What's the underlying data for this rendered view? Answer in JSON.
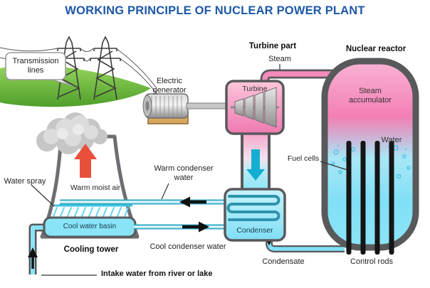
{
  "title": "WORKING PRINCIPLE OF NUCLEAR POWER PLANT",
  "labels": {
    "transmission_lines": "Transmission\nlines",
    "electric_generator": "Electric\ngenerator",
    "turbine_part": "Turbine part",
    "steam": "Steam",
    "turbine": "Turbine",
    "nuclear_reactor": "Nuclear reactor",
    "steam_accumulator": "Steam\naccumulator",
    "water": "Water",
    "fuel_cells": "Fuel cells",
    "warm_condenser_water": "Warm condenser\nwater",
    "water_spray": "Water spray",
    "warm_moist_air": "Warm moist air",
    "cool_water_basin": "Cool water basin",
    "cooling_tower": "Cooling tower",
    "cool_condenser_water": "Cool condenser water",
    "condenser": "Condenser",
    "condensate": "Condensate",
    "control_rods": "Control rods",
    "intake_water": "Intake water from river or lake"
  },
  "colors": {
    "title_blue": "#1d58a7",
    "steam_pink": "#f58bbd",
    "coolant_cyan": "#7fe0f5",
    "pipe_border_gray": "#58595b",
    "red_arrow": "#e8503c",
    "grass_green": "#6db83f",
    "generator_base_tan": "#d9a75b",
    "rod_black": "#151515"
  }
}
